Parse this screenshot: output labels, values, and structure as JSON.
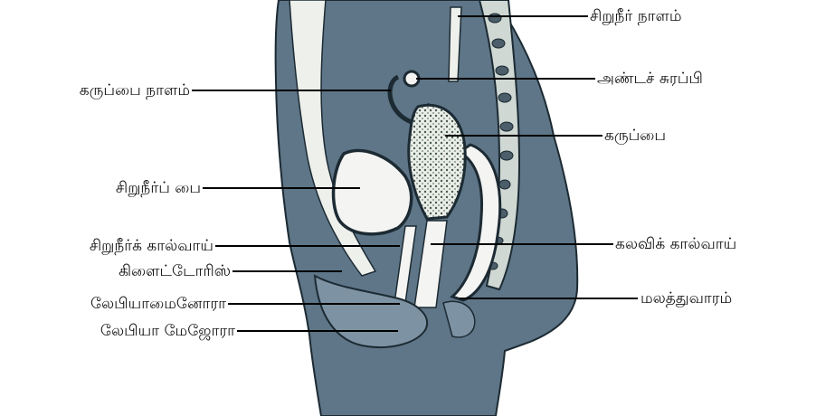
{
  "diagram": {
    "labels": {
      "ureter": "சிறுநீர் நாளம்",
      "ovary": "அண்டச் சுரப்பி",
      "fallopian_tube": "கருப்பை நாளம்",
      "uterus": "கருப்பை",
      "bladder": "சிறுநீர்ப் பை",
      "urethra": "சிறுநீர்க் கால்வாய்",
      "vagina": "கலவிக் கால்வாய்",
      "clitoris": "கிளைட்டோரிஸ்",
      "labia_minora": "லேபியாமைனோரா",
      "anus": "மலத்துவாரம்",
      "labia_majora": "லேபியா மேஜோரா"
    },
    "colors": {
      "tissue": "#5e7687",
      "tissue_dark": "#3f5464",
      "outline": "#1c2a33",
      "cavity": "#f4f4f2",
      "leader": "#000000"
    }
  }
}
